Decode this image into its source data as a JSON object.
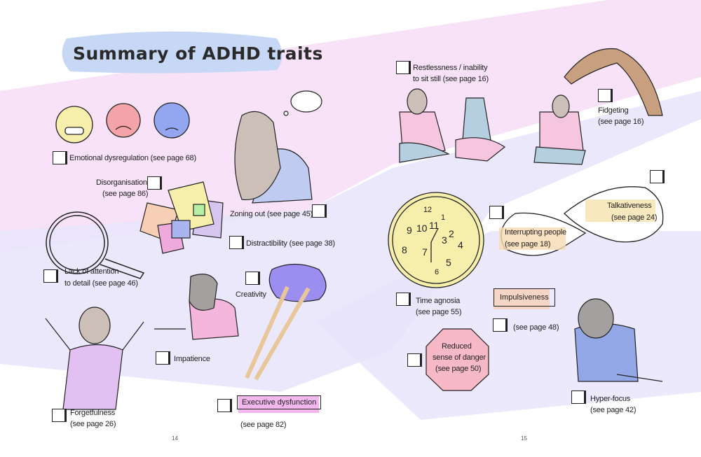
{
  "title": "Summary of ADHD traits",
  "colors": {
    "pink_band": "#f7e2f7",
    "lavender_band": "#e6e3fb",
    "title_blob": "#c6d8f5",
    "yellow": "#f6eeab",
    "peach": "#f7d9b8",
    "pink": "#f1aac8",
    "blue": "#a7b5f0"
  },
  "left_page": {
    "page_number": "14",
    "items": [
      {
        "id": "emotional",
        "label": "Emotional dysregulation (see page 68)"
      },
      {
        "id": "disorganisation",
        "label": "Disorganisation",
        "ref": "(see page 86)"
      },
      {
        "id": "zoning",
        "label": "Zoning out (see page 45)"
      },
      {
        "id": "distractibility",
        "label": "Distractibility (see page 38)"
      },
      {
        "id": "attention",
        "label": "Lack of attention",
        "ref": "to detail (see page 46)"
      },
      {
        "id": "creativity",
        "label": "Creativity"
      },
      {
        "id": "impatience",
        "label": "Impatience"
      },
      {
        "id": "forgetfulness",
        "label": "Forgetfulness",
        "ref": "(see page 26)"
      },
      {
        "id": "executive",
        "label": "Executive dysfunction",
        "ref": "(see page 82)"
      }
    ]
  },
  "right_page": {
    "page_number": "15",
    "items": [
      {
        "id": "restlessness",
        "label": "Restlessness / inability",
        "ref": "to sit still (see page 16)"
      },
      {
        "id": "fidgeting",
        "label": "Fidgeting",
        "ref": "(see page 16)"
      },
      {
        "id": "talkativeness",
        "label": "Talkativeness",
        "ref": "(see page 24)"
      },
      {
        "id": "interrupting",
        "label": "Interrupting people",
        "ref": "(see page 18)"
      },
      {
        "id": "time",
        "label": "Time agnosia",
        "ref": "(see page 55)"
      },
      {
        "id": "impulsiveness",
        "label": "Impulsiveness",
        "ref": "(see page 48)"
      },
      {
        "id": "danger",
        "label": "Reduced",
        "label2": "sense of danger",
        "ref": "(see page 50)"
      },
      {
        "id": "hyperfocus",
        "label": "Hyper-focus",
        "ref": "(see page 42)"
      }
    ],
    "clock_numbers": [
      "12",
      "1",
      "2",
      "3",
      "4",
      "5",
      "6",
      "7",
      "8",
      "9",
      "10",
      "11"
    ]
  }
}
